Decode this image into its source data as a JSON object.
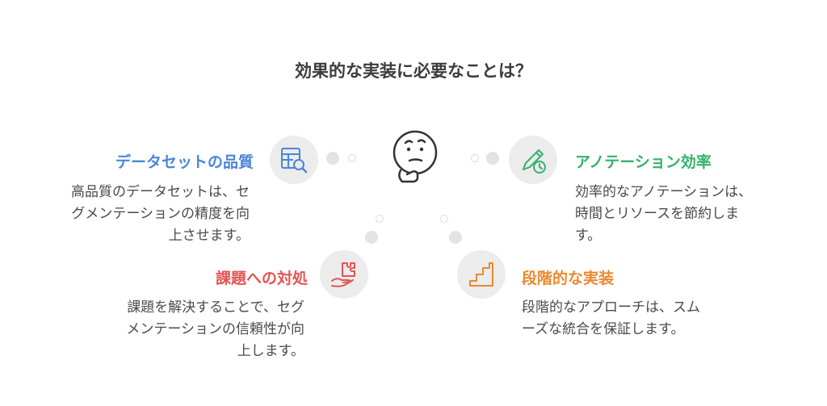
{
  "title": "効果的な実装に必要なことは？",
  "colors": {
    "dataset": "#4a86d8",
    "annotation": "#34b36b",
    "issues": "#e45454",
    "phased": "#e8892f"
  },
  "icons": {
    "center": "thinking-face-icon",
    "dataset": "table-search-icon",
    "annotation": "pencil-clock-icon",
    "issues": "hand-puzzle-icon",
    "phased": "stairs-icon"
  },
  "items": {
    "dataset": {
      "title": "データセットの品質",
      "desc": [
        "高品質のデータセットは、セ",
        "グメンテーションの精度を向",
        "上させます。"
      ]
    },
    "annotation": {
      "title": "アノテーション効率",
      "desc": [
        "効率的なアノテーションは、",
        "時間とリソースを節約しま",
        "す。"
      ]
    },
    "issues": {
      "title": "課題への対処",
      "desc": [
        "課題を解決することで、セグ",
        "メンテーションの信頼性が向",
        "上します。"
      ]
    },
    "phased": {
      "title": "段階的な実装",
      "desc": [
        "段階的なアプローチは、スム",
        "ーズな統合を保証します。"
      ]
    }
  }
}
